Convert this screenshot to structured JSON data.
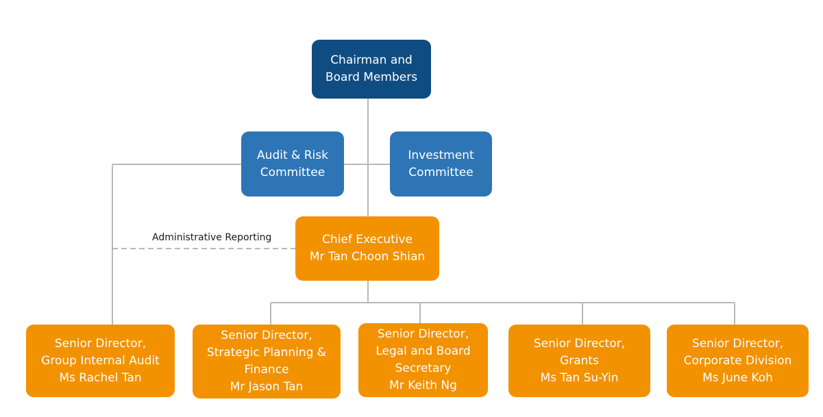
{
  "colors": {
    "board": "#0f4c81",
    "committee": "#2e75b6",
    "executive": "#f29200",
    "director": "#f29200",
    "connector": "#b8b8b8"
  },
  "nodes": {
    "board": {
      "text": "Chairman and\nBoard Members"
    },
    "audit_committee": {
      "text": "Audit & Risk\nCommittee"
    },
    "investment_committee": {
      "text": "Investment\nCommittee"
    },
    "chief_executive": {
      "text": "Chief Executive\nMr Tan Choon Shian"
    },
    "directors": [
      {
        "text": "Senior Director,\nGroup Internal Audit\nMs Rachel Tan"
      },
      {
        "text": "Senior Director,\nStrategic Planning &\nFinance\nMr Jason Tan"
      },
      {
        "text": "Senior Director,\nLegal and Board\nSecretary\nMr Keith Ng"
      },
      {
        "text": "Senior Director,\nGrants\nMs Tan Su-Yin"
      },
      {
        "text": "Senior Director,\nCorporate Division\nMs June Koh"
      }
    ]
  },
  "labels": {
    "administrative_reporting": "Administrative Reporting"
  }
}
